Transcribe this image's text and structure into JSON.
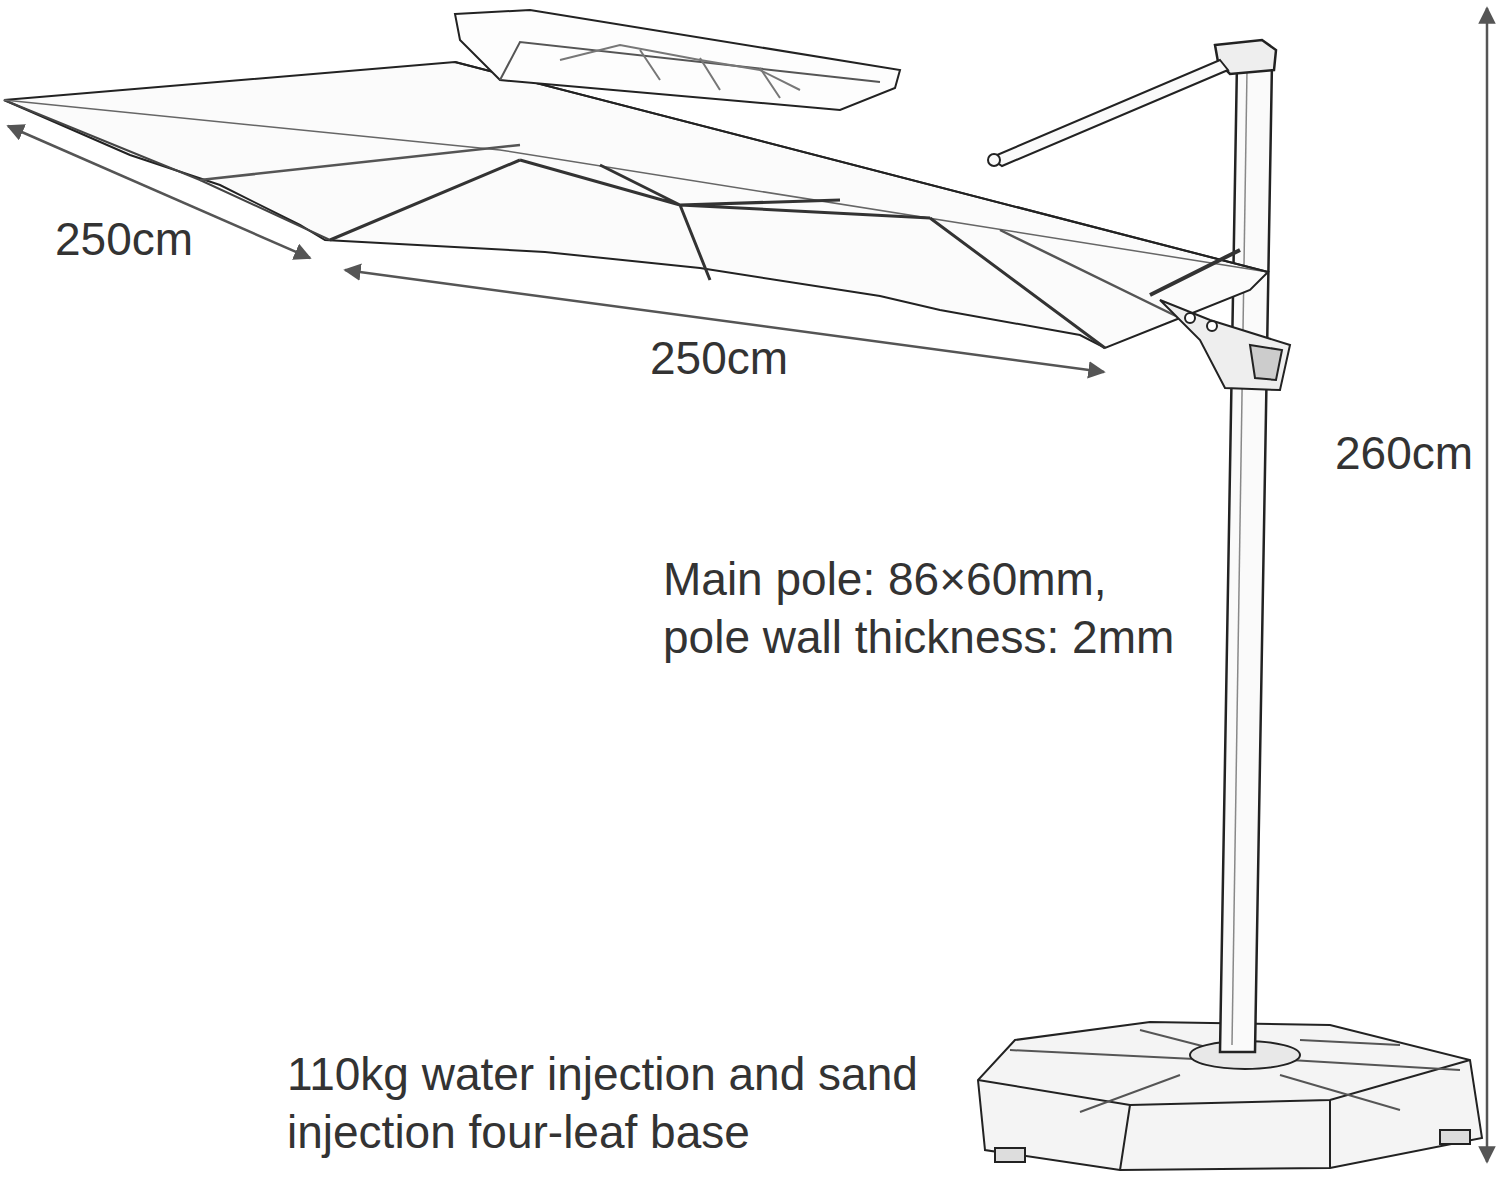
{
  "diagram": {
    "labels": [
      "250cm",
      "250cm",
      "260cm",
      "Main pole: 86×60mm, pole wall thickness: 2mm",
      "110kg water injection and sand injection four-leaf base"
    ]
  }
}
